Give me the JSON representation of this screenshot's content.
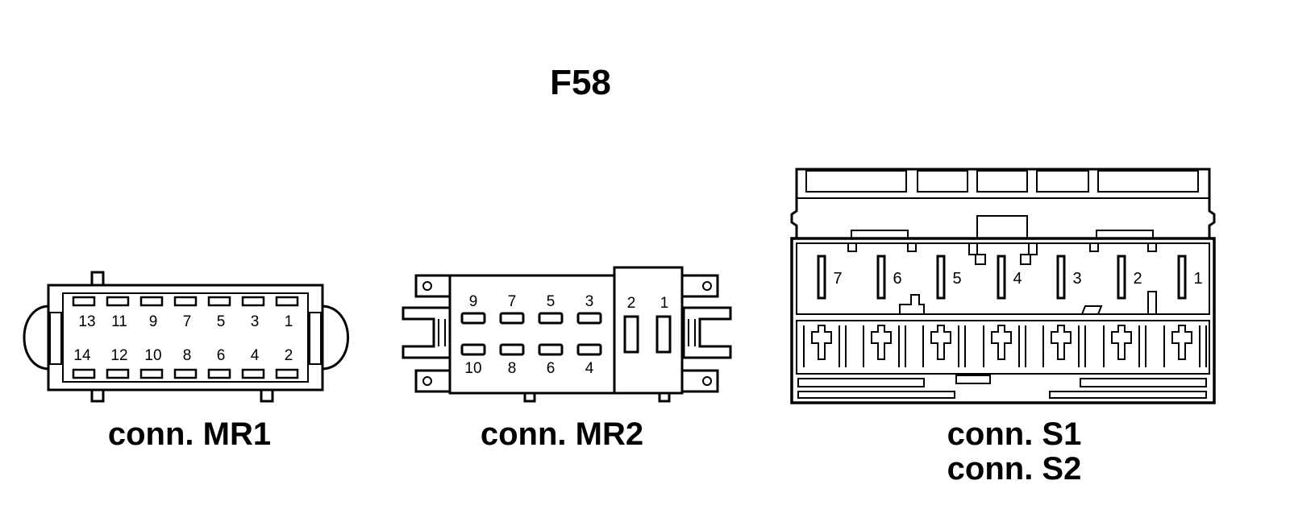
{
  "title": "F58",
  "connectors": {
    "mr1": {
      "caption": "conn. MR1",
      "top_pins": [
        "13",
        "11",
        "9",
        "7",
        "5",
        "3",
        "1"
      ],
      "bottom_pins": [
        "14",
        "12",
        "10",
        "8",
        "6",
        "4",
        "2"
      ]
    },
    "mr2": {
      "caption": "conn. MR2",
      "top_pins": [
        "9",
        "7",
        "5",
        "3"
      ],
      "bottom_pins": [
        "10",
        "8",
        "6",
        "4"
      ],
      "side_pins": [
        "2",
        "1"
      ]
    },
    "s": {
      "caption_line1": "conn. S1",
      "caption_line2": "conn. S2",
      "pins": [
        "7",
        "6",
        "5",
        "4",
        "3",
        "2",
        "1"
      ]
    }
  },
  "colors": {
    "line": "#000000",
    "background": "#ffffff"
  }
}
